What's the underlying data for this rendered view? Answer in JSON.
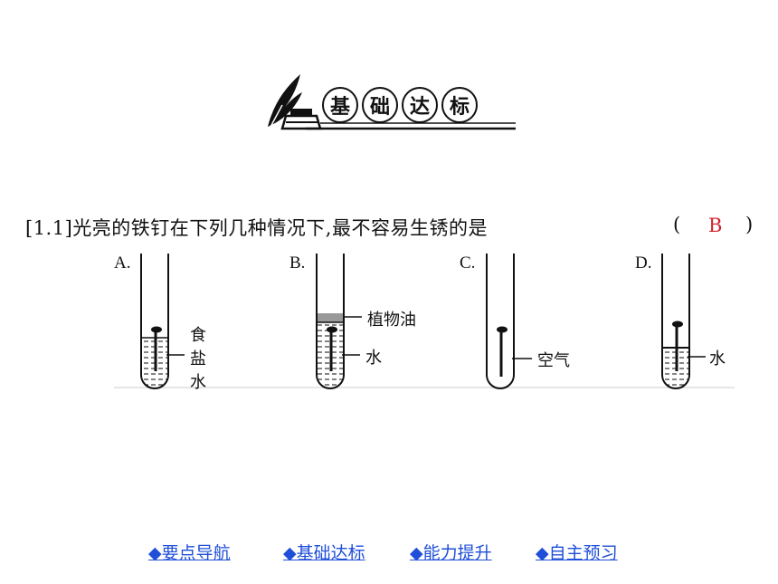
{
  "banner": {
    "chars": [
      "基",
      "础",
      "达",
      "标"
    ]
  },
  "question": {
    "text": "[1.1]光亮的铁钉在下列几种情况下,最不容易生锈的是",
    "bracket_open": "(",
    "bracket_close": ")",
    "answer": "B"
  },
  "options": [
    {
      "label": "A.",
      "liquid_labels": [
        "食",
        "盐",
        "水"
      ]
    },
    {
      "label": "B.",
      "oil_label": "植物油",
      "liquid_label": "水"
    },
    {
      "label": "C.",
      "air_label": "空气"
    },
    {
      "label": "D.",
      "liquid_label": "水"
    }
  ],
  "nav": [
    {
      "label": "◆要点导航"
    },
    {
      "label": "◆基础达标"
    },
    {
      "label": "◆能力提升"
    },
    {
      "label": "◆自主预习"
    }
  ],
  "colors": {
    "answer": "#d2232a",
    "link": "#1f4fd8"
  }
}
